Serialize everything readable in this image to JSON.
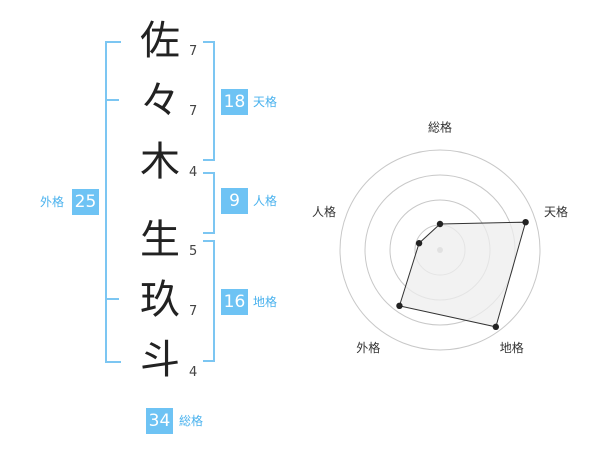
{
  "name_chars": [
    {
      "char": "佐",
      "strokes": "7"
    },
    {
      "char": "々",
      "strokes": "7"
    },
    {
      "char": "木",
      "strokes": "4"
    },
    {
      "char": "生",
      "strokes": "5"
    },
    {
      "char": "玖",
      "strokes": "7"
    },
    {
      "char": "斗",
      "strokes": "4"
    }
  ],
  "kaku": {
    "tenkaku": {
      "value": "18",
      "label": "天格"
    },
    "jinkaku": {
      "value": "9",
      "label": "人格"
    },
    "chikaku": {
      "value": "16",
      "label": "地格"
    },
    "gaikaku": {
      "value": "25",
      "label": "外格"
    },
    "soukaku": {
      "value": "34",
      "label": "総格"
    }
  },
  "chart_data": {
    "type": "radar",
    "axes": [
      "総格",
      "天格",
      "地格",
      "外格",
      "人格"
    ],
    "values": [
      0.26,
      0.9,
      0.95,
      0.69,
      0.22
    ],
    "rmax": 1,
    "rings": 4,
    "colors": {
      "fill": "#eeeeee",
      "stroke": "#333333",
      "ring": "#c8c8c8"
    }
  }
}
